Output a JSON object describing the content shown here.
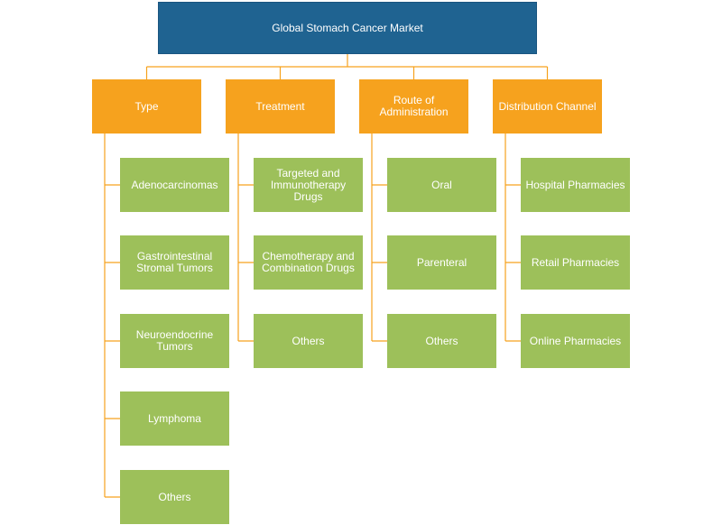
{
  "root": {
    "label": "Global Stomach Cancer Market",
    "color": "#1f6391"
  },
  "colors": {
    "category": "#f6a21e",
    "leaf": "#9dc05a",
    "connector": "#f6a21e"
  },
  "categories": [
    {
      "label": "Type",
      "items": [
        "Adenocarcinomas",
        "Gastrointestinal\nStromal Tumors",
        "Neuroendocrine\nTumors",
        "Lymphoma",
        "Others"
      ]
    },
    {
      "label": "Treatment",
      "items": [
        "Targeted and\nImmunotherapy Drugs",
        "Chemotherapy and\nCombination Drugs",
        "Others"
      ]
    },
    {
      "label": "Route of\nAdministration",
      "items": [
        "Oral",
        "Parenteral",
        "Others"
      ]
    },
    {
      "label": "Distribution Channel",
      "items": [
        "Hospital Pharmacies",
        "Retail Pharmacies",
        "Online Pharmacies"
      ]
    }
  ]
}
